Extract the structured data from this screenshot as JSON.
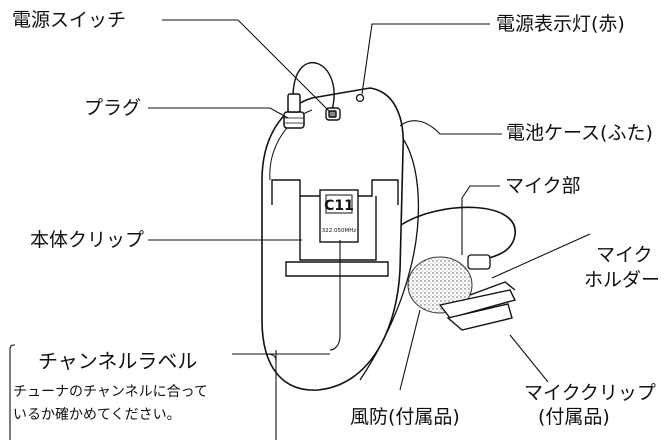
{
  "labels": {
    "power_switch": "電源スイッチ",
    "power_lamp": "電源表示灯(赤)",
    "plug": "プラグ",
    "battery_case": "電池ケース(ふた)",
    "mic_part": "マイク部",
    "body_clip": "本体クリップ",
    "mic_holder_line1": "マイク",
    "mic_holder_line2": "ホルダー",
    "windscreen": "風防(付属品)",
    "mic_clip_line1": "マイククリップ",
    "mic_clip_line2": "(付属品)"
  },
  "device": {
    "channel": "C11",
    "frequency": "322.050MHz"
  },
  "callout": {
    "title": "チャンネルラベル",
    "line1": "チューナのチャンネルに合って",
    "line2": "いるか確かめてください。"
  }
}
